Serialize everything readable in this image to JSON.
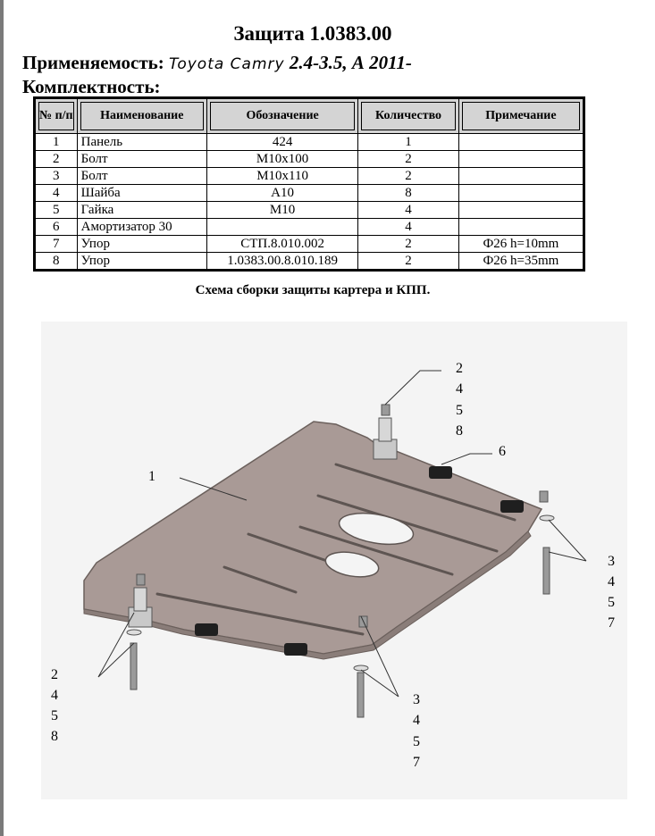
{
  "document": {
    "title": "Защита 1.0383.00",
    "applicability_label": "Применяемость:",
    "model": "Toyota Camry",
    "model_rest": " 2.4-3.5, А 2011-",
    "completeness_label": "Комплектность:",
    "caption": "Схема сборки защиты картера и КПП."
  },
  "table": {
    "headers": {
      "num": "№ п/п",
      "name": "Наименование",
      "designation": "Обозначение",
      "quantity": "Количество",
      "note": "Примечание"
    },
    "rows": [
      {
        "num": "1",
        "name": "Панель",
        "designation": "424",
        "quantity": "1",
        "note": ""
      },
      {
        "num": "2",
        "name": "Болт",
        "designation": "М10х100",
        "quantity": "2",
        "note": ""
      },
      {
        "num": "3",
        "name": "Болт",
        "designation": "М10х110",
        "quantity": "2",
        "note": ""
      },
      {
        "num": "4",
        "name": "Шайба",
        "designation": "А10",
        "quantity": "8",
        "note": ""
      },
      {
        "num": "5",
        "name": "Гайка",
        "designation": "М10",
        "quantity": "4",
        "note": ""
      },
      {
        "num": "6",
        "name": "Амортизатор 30",
        "designation": "",
        "quantity": "4",
        "note": ""
      },
      {
        "num": "7",
        "name": "Упор",
        "designation": "СТП.8.010.002",
        "quantity": "2",
        "note": "Ф26 h=10mm"
      },
      {
        "num": "8",
        "name": "Упор",
        "designation": "1.0383.00.8.010.189",
        "quantity": "2",
        "note": "Ф26 h=35mm"
      }
    ]
  },
  "diagram": {
    "labels": {
      "panel": "1",
      "top_group": [
        "2",
        "4",
        "5",
        "8"
      ],
      "damper": "6",
      "right_group": [
        "3",
        "4",
        "5",
        "7"
      ],
      "left_group": [
        "2",
        "4",
        "5",
        "8"
      ],
      "bottom_group": [
        "3",
        "4",
        "5",
        "7"
      ]
    },
    "colors": {
      "panel_fill": "#a99a96",
      "panel_edge": "#6b605c",
      "slot": "#5e5552",
      "rubber": "#1f1f1f",
      "bracket": "#c9c9c9"
    }
  }
}
